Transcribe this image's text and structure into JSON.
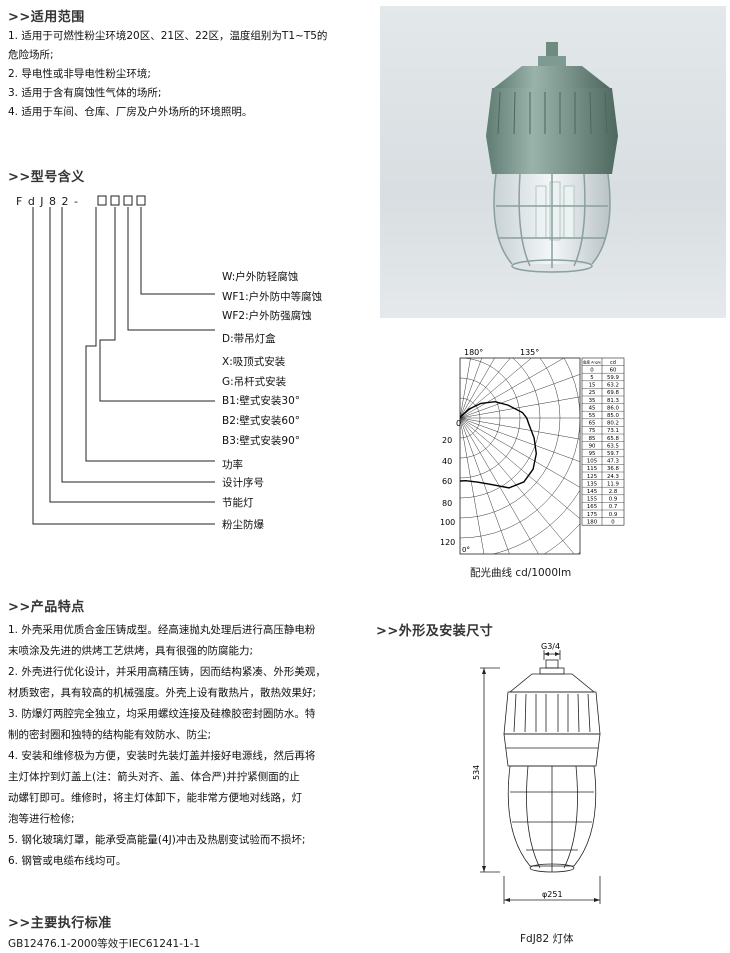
{
  "scope": {
    "heading": ">>适用范围",
    "items": [
      "1. 适用于可燃性粉尘环境20区、21区、22区，温度组别为T1~T5的",
      "    危险场所;",
      "2. 导电性或非导电性粉尘环境;",
      "3. 适用于含有腐蚀性气体的场所;",
      "4. 适用于车间、仓库、厂房及户外场所的环境照明。"
    ]
  },
  "model": {
    "heading": ">>型号含义",
    "code": "F d  J 8 2 -",
    "labels": {
      "w": "W:户外防轻腐蚀",
      "wf1": "WF1:户外防中等腐蚀",
      "wf2": "WF2:户外防强腐蚀",
      "d": "D:带吊灯盒",
      "x": "X:吸顶式安装",
      "g": "G:吊杆式安装",
      "b1": "B1:壁式安装30°",
      "b2": "B2:壁式安装60°",
      "b3": "B3:壁式安装90°",
      "power": "功率",
      "series": "设计序号",
      "energy": "节能灯",
      "dust": "粉尘防爆"
    }
  },
  "polar": {
    "top_left": "180°",
    "top_mid": "135°",
    "zero": "0",
    "radial": [
      "20",
      "40",
      "60",
      "80",
      "100",
      "120"
    ],
    "bottom_zero": "0°",
    "caption": "配光曲线 cd/1000lm",
    "table_head1": "角度 Angle",
    "table_head2": "cd",
    "angles": [
      "0",
      "5",
      "15",
      "25",
      "35",
      "45",
      "55",
      "65",
      "75",
      "85",
      "90",
      "95",
      "105",
      "115",
      "125",
      "135",
      "145",
      "155",
      "165",
      "175",
      "180"
    ],
    "values": [
      "60",
      "59.9",
      "63.2",
      "69.8",
      "81.3",
      "86.0",
      "85.0",
      "80.2",
      "73.1",
      "65.8",
      "63.5",
      "59.7",
      "47.3",
      "36.8",
      "24.3",
      "11.9",
      "2.8",
      "0.9",
      "0.7",
      "0.9",
      "0"
    ]
  },
  "features": {
    "heading": ">>产品特点",
    "items": [
      "1. 外壳采用优质合金压铸成型。经高速抛丸处理后进行高压静电粉",
      "    末喷涂及先进的烘烤工艺烘烤，具有很强的防腐能力;",
      "2. 外壳进行优化设计，并采用高精压铸，因而结构紧凑、外形美观，",
      "    材质致密，具有较高的机械强度。外壳上设有散热片，散热效果好;",
      "3. 防爆灯两腔完全独立，均采用螺纹连接及硅橡胶密封圈防水。特",
      "    制的密封圈和独特的结构能有效防水、防尘;",
      "4. 安装和维修极为方便，安装时先装灯盖并接好电源线，然后再将",
      "    主灯体拧到灯盖上(注：箭头对齐、盖、体合严)并拧紧侧面的止",
      "    动螺钉即可。维修时，将主灯体卸下，能非常方便地对线路，灯",
      "    泡等进行检修;",
      "5. 钢化玻璃灯罩，能承受高能量(4J)冲击及热剧变试验而不损坏;",
      "6. 钢管或电缆布线均可。"
    ]
  },
  "dims": {
    "heading": ">>外形及安装尺寸",
    "thread": "G3/4",
    "height": "534",
    "diameter": "φ251",
    "caption": "FdJ82 灯体"
  },
  "standard": {
    "heading": ">>主要执行标准",
    "text": "GB12476.1-2000等效于IEC61241-1-1"
  }
}
